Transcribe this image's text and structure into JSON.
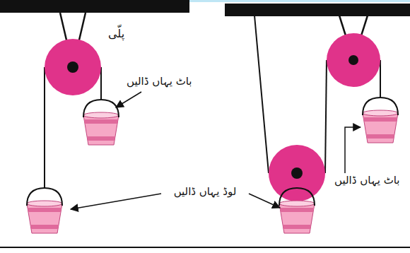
{
  "diagram": {
    "labels": [
      "پلّی",
      "باٹ یہاں ڈالیں",
      "لوڈ یہاں ڈالیں",
      "باٹ یہاں ڈالیں"
    ]
  }
}
